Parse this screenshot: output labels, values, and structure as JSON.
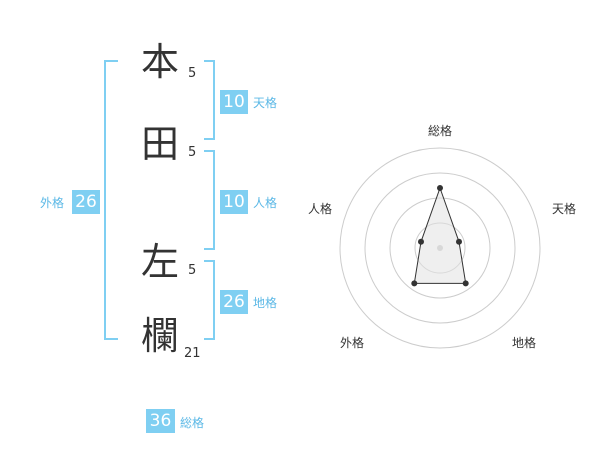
{
  "name_chars": [
    {
      "char": "本",
      "strokes": "5"
    },
    {
      "char": "田",
      "strokes": "5"
    },
    {
      "char": "左",
      "strokes": "5"
    },
    {
      "char": "欄",
      "strokes": "21"
    }
  ],
  "fortunes": {
    "tenkaku": {
      "value": "10",
      "label": "天格"
    },
    "jinkaku": {
      "value": "10",
      "label": "人格"
    },
    "chikaku": {
      "value": "26",
      "label": "地格"
    },
    "gaikaku": {
      "value": "26",
      "label": "外格"
    },
    "soukaku": {
      "value": "36",
      "label": "総格"
    }
  },
  "radar": {
    "labels": {
      "top": "総格",
      "right": "天格",
      "bottom_right": "地格",
      "bottom_left": "外格",
      "left": "人格"
    },
    "levels": 4,
    "values": {
      "soukaku": 2.4,
      "tenkaku": 0.8,
      "chikaku": 1.75,
      "gaikaku": 1.75,
      "jinkaku": 0.8
    }
  }
}
